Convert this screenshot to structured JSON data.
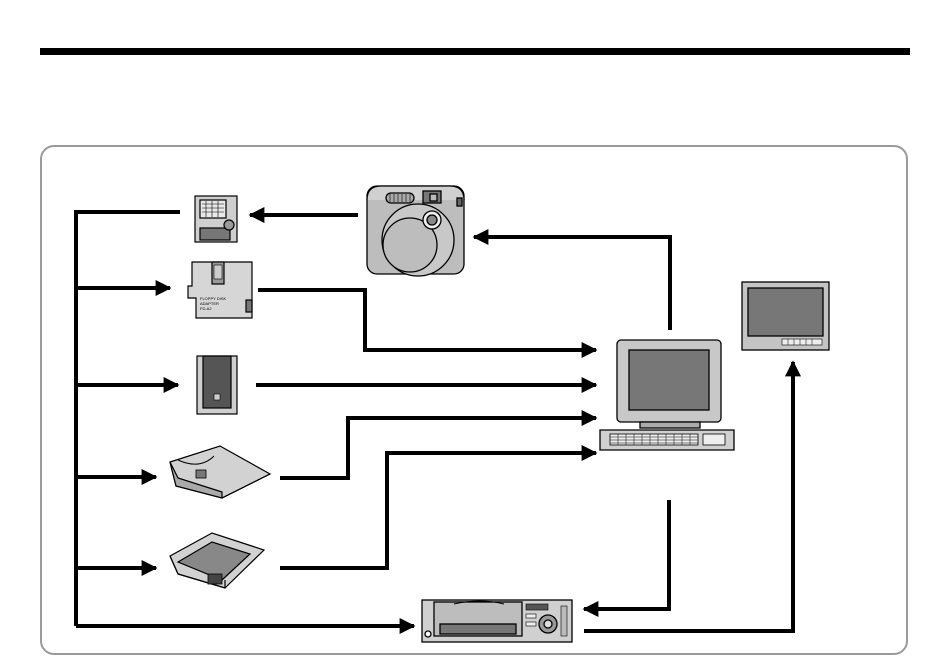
{
  "figure": {
    "colors": {
      "line": "#000000",
      "device_fill": "#bdbdbd",
      "screen_fill": "#777777",
      "panel_border": "#9a9a9a"
    },
    "devices": [
      {
        "id": "smartmedia-card",
        "icon": "smartmedia-card-icon"
      },
      {
        "id": "camera",
        "icon": "digital-camera-icon"
      },
      {
        "id": "floppy-adapter",
        "icon": "floppy-disk-adapter-icon",
        "label_lines": [
          "FLOPPY DISK",
          "ADAPTER",
          "FD-A2"
        ]
      },
      {
        "id": "pc-card-adapter",
        "icon": "pc-card-adapter-icon"
      },
      {
        "id": "card-reader-1",
        "icon": "card-reader-icon"
      },
      {
        "id": "card-reader-2",
        "icon": "card-reader-icon"
      },
      {
        "id": "computer",
        "icon": "desktop-computer-icon"
      },
      {
        "id": "television",
        "icon": "television-icon"
      },
      {
        "id": "printer",
        "icon": "video-printer-icon"
      }
    ],
    "connections": [
      {
        "from": "camera",
        "to": "smartmedia-card"
      },
      {
        "from": "computer",
        "to": "camera"
      },
      {
        "from": "camera",
        "to": "computer"
      },
      {
        "from": "left-bus",
        "to": "floppy-adapter"
      },
      {
        "from": "left-bus",
        "to": "pc-card-adapter"
      },
      {
        "from": "left-bus",
        "to": "card-reader-1"
      },
      {
        "from": "left-bus",
        "to": "card-reader-2"
      },
      {
        "from": "left-bus",
        "to": "printer"
      },
      {
        "from": "floppy-adapter",
        "to": "computer"
      },
      {
        "from": "pc-card-adapter",
        "to": "computer"
      },
      {
        "from": "card-reader-1",
        "to": "computer"
      },
      {
        "from": "card-reader-2",
        "to": "computer"
      },
      {
        "from": "computer",
        "to": "printer"
      },
      {
        "from": "printer",
        "to": "television"
      }
    ]
  }
}
